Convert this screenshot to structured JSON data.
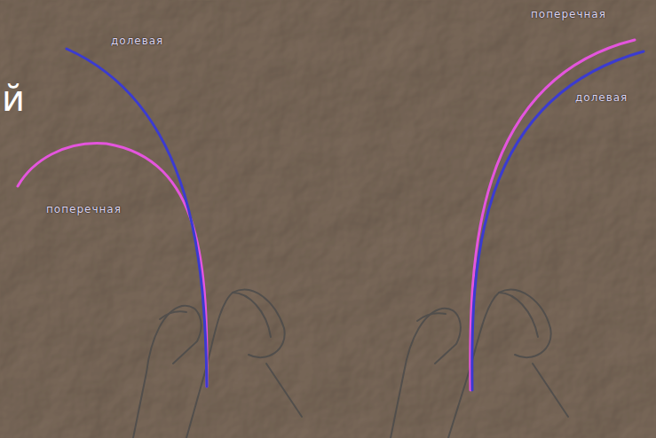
{
  "diagram": {
    "labels": [
      "поперечная",
      "долевая",
      "й",
      "долевая",
      "поперечная"
    ]
  }
}
